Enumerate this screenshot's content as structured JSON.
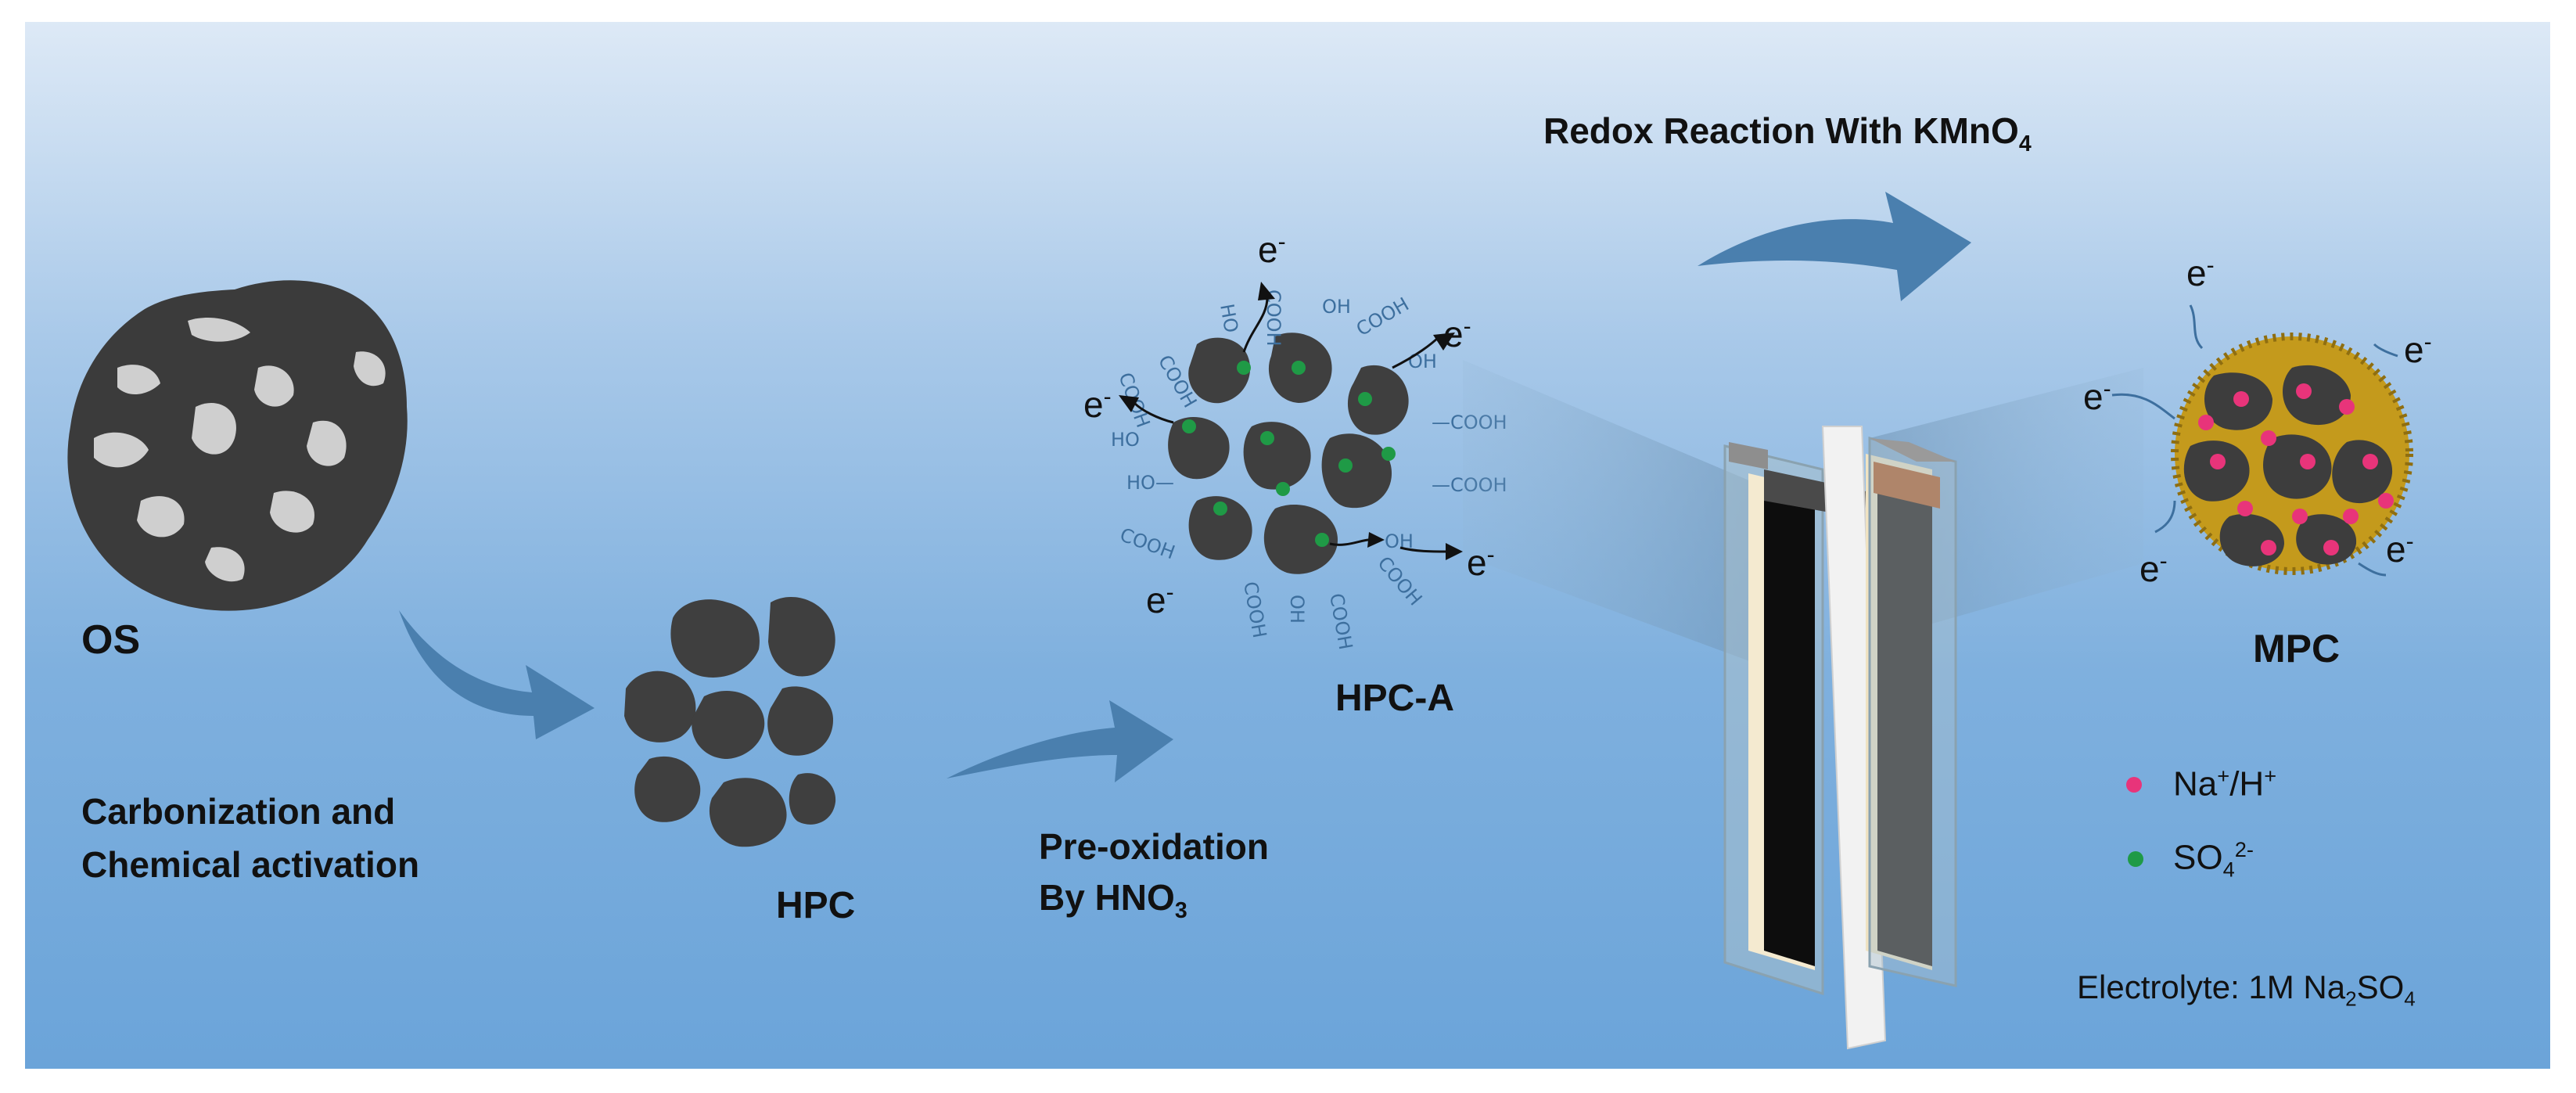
{
  "labels": {
    "os": "OS",
    "hpc": "HPC",
    "hpca": "HPC-A",
    "mpc": "MPC",
    "step1_line1": "Carbonization and",
    "step1_line2": "Chemical activation",
    "step2_line1": "Pre-oxidation",
    "step2_line2_main": "By HNO",
    "step2_line2_sub": "3",
    "step3_main": "Redox Reaction With KMnO",
    "step3_sub": "4"
  },
  "functional_groups": [
    "COOH",
    "OH"
  ],
  "electron": {
    "symbol": "e",
    "charge": "-"
  },
  "legend": {
    "cation": {
      "text": "Na",
      "sup1": "+",
      "slash": "/H",
      "sup2": "+",
      "color": "#e8347a"
    },
    "anion": {
      "text": "SO",
      "sub": "4",
      "sup": "2-",
      "color": "#1f9a46"
    },
    "electrolyte": {
      "prefix": "Electrolyte: 1M Na",
      "sub1": "2",
      "mid": "SO",
      "sub2": "4"
    }
  },
  "colors": {
    "carbon": "#3d3d3d",
    "pore": "#cfcfcf",
    "arrow": "#4a7fae",
    "mn_fiber": "#c49a1c",
    "electrode_copper": "#b5571a"
  }
}
